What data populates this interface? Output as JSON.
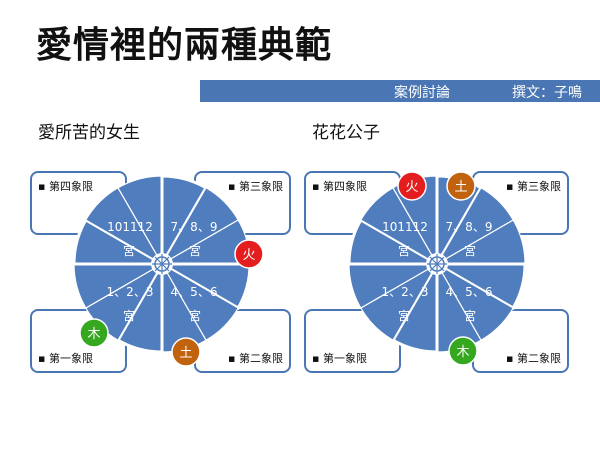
{
  "page": {
    "title": "愛情裡的兩種典範",
    "banner_left": "案例討論",
    "banner_right": "撰文：子鳴"
  },
  "colors": {
    "wedge": "#4f7dbd",
    "fire": "#e41e1e",
    "earth": "#c0620e",
    "wood": "#36a81f"
  },
  "quadrant_labels": {
    "q1": "▪ 第一象限",
    "q2": "▪ 第二象限",
    "q3": "▪ 第三象限",
    "q4": "▪ 第四象限"
  },
  "palace_labels": {
    "upper_left_num": "101112",
    "upper_right_num": "7、8、9",
    "lower_left_num": "1、2、3",
    "lower_right_num": "4、5、6",
    "palace": "宮"
  },
  "left_chart": {
    "heading": "愛所苦的女生",
    "markers": [
      {
        "text": "火",
        "color": "fire"
      },
      {
        "text": "木",
        "color": "wood"
      },
      {
        "text": "土",
        "color": "earth"
      }
    ]
  },
  "right_chart": {
    "heading": "花花公子",
    "markers": [
      {
        "text": "火",
        "color": "fire"
      },
      {
        "text": "土",
        "color": "earth"
      },
      {
        "text": "木",
        "color": "wood"
      }
    ]
  }
}
